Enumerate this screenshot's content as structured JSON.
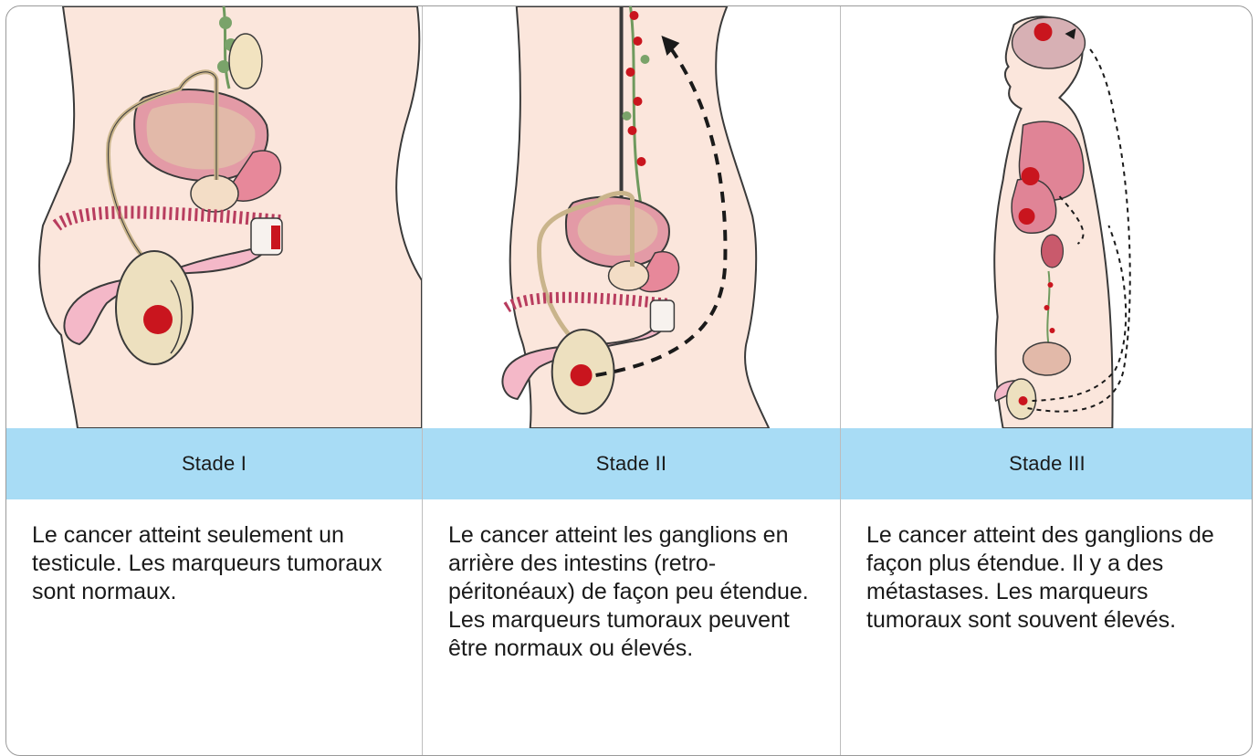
{
  "stages": [
    {
      "title": "Stade I",
      "description": "Le cancer atteint seulement un testicule. Les marqueurs tumoraux sont normaux."
    },
    {
      "title": "Stade II",
      "description": "Le cancer atteint les ganglions en arrière des intestins (retro-péritonéaux) de façon peu étendue. Les marqueurs tumoraux peuvent être normaux ou élevés."
    },
    {
      "title": "Stade III",
      "description": "Le cancer atteint des ganglions de façon plus étendue. Il y a des métastases. Les marqueurs tumoraux sont souvent élevés."
    }
  ],
  "colors": {
    "band": "#a8dcf5",
    "skin": "#fbe6dc",
    "tumor": "#c9151e",
    "lymph": "#7aa36a",
    "organ_pink": "#e7788a",
    "border": "#9a9a9a"
  },
  "icons": [
    "testicle-tumor-illustration",
    "lymph-node-spread-illustration",
    "metastasis-body-illustration"
  ]
}
